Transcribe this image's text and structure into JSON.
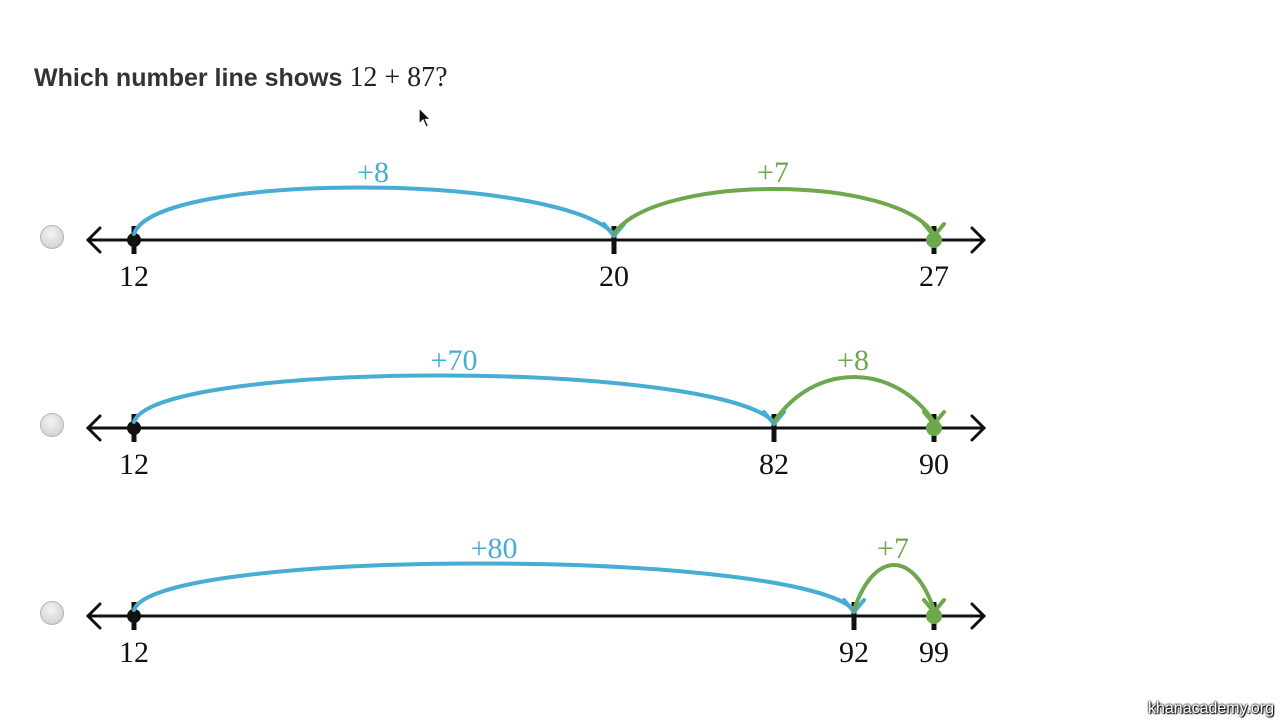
{
  "question": {
    "prefix": "Which number line shows ",
    "expression": "12 + 87?"
  },
  "colors": {
    "first_jump": "#47add3",
    "second_jump": "#6ea84c",
    "axis": "#111111"
  },
  "choices": [
    {
      "points": [
        12,
        20,
        27
      ],
      "labels": [
        "12",
        "20",
        "27"
      ],
      "jump1": "+8",
      "jump2": "+7"
    },
    {
      "points": [
        12,
        82,
        90
      ],
      "labels": [
        "12",
        "82",
        "90"
      ],
      "jump1": "+70",
      "jump2": "+8"
    },
    {
      "points": [
        12,
        92,
        99
      ],
      "labels": [
        "12",
        "92",
        "99"
      ],
      "jump1": "+80",
      "jump2": "+7"
    }
  ],
  "watermark": "khanacademy.org",
  "cursor_icon": "arrow-cursor-icon"
}
